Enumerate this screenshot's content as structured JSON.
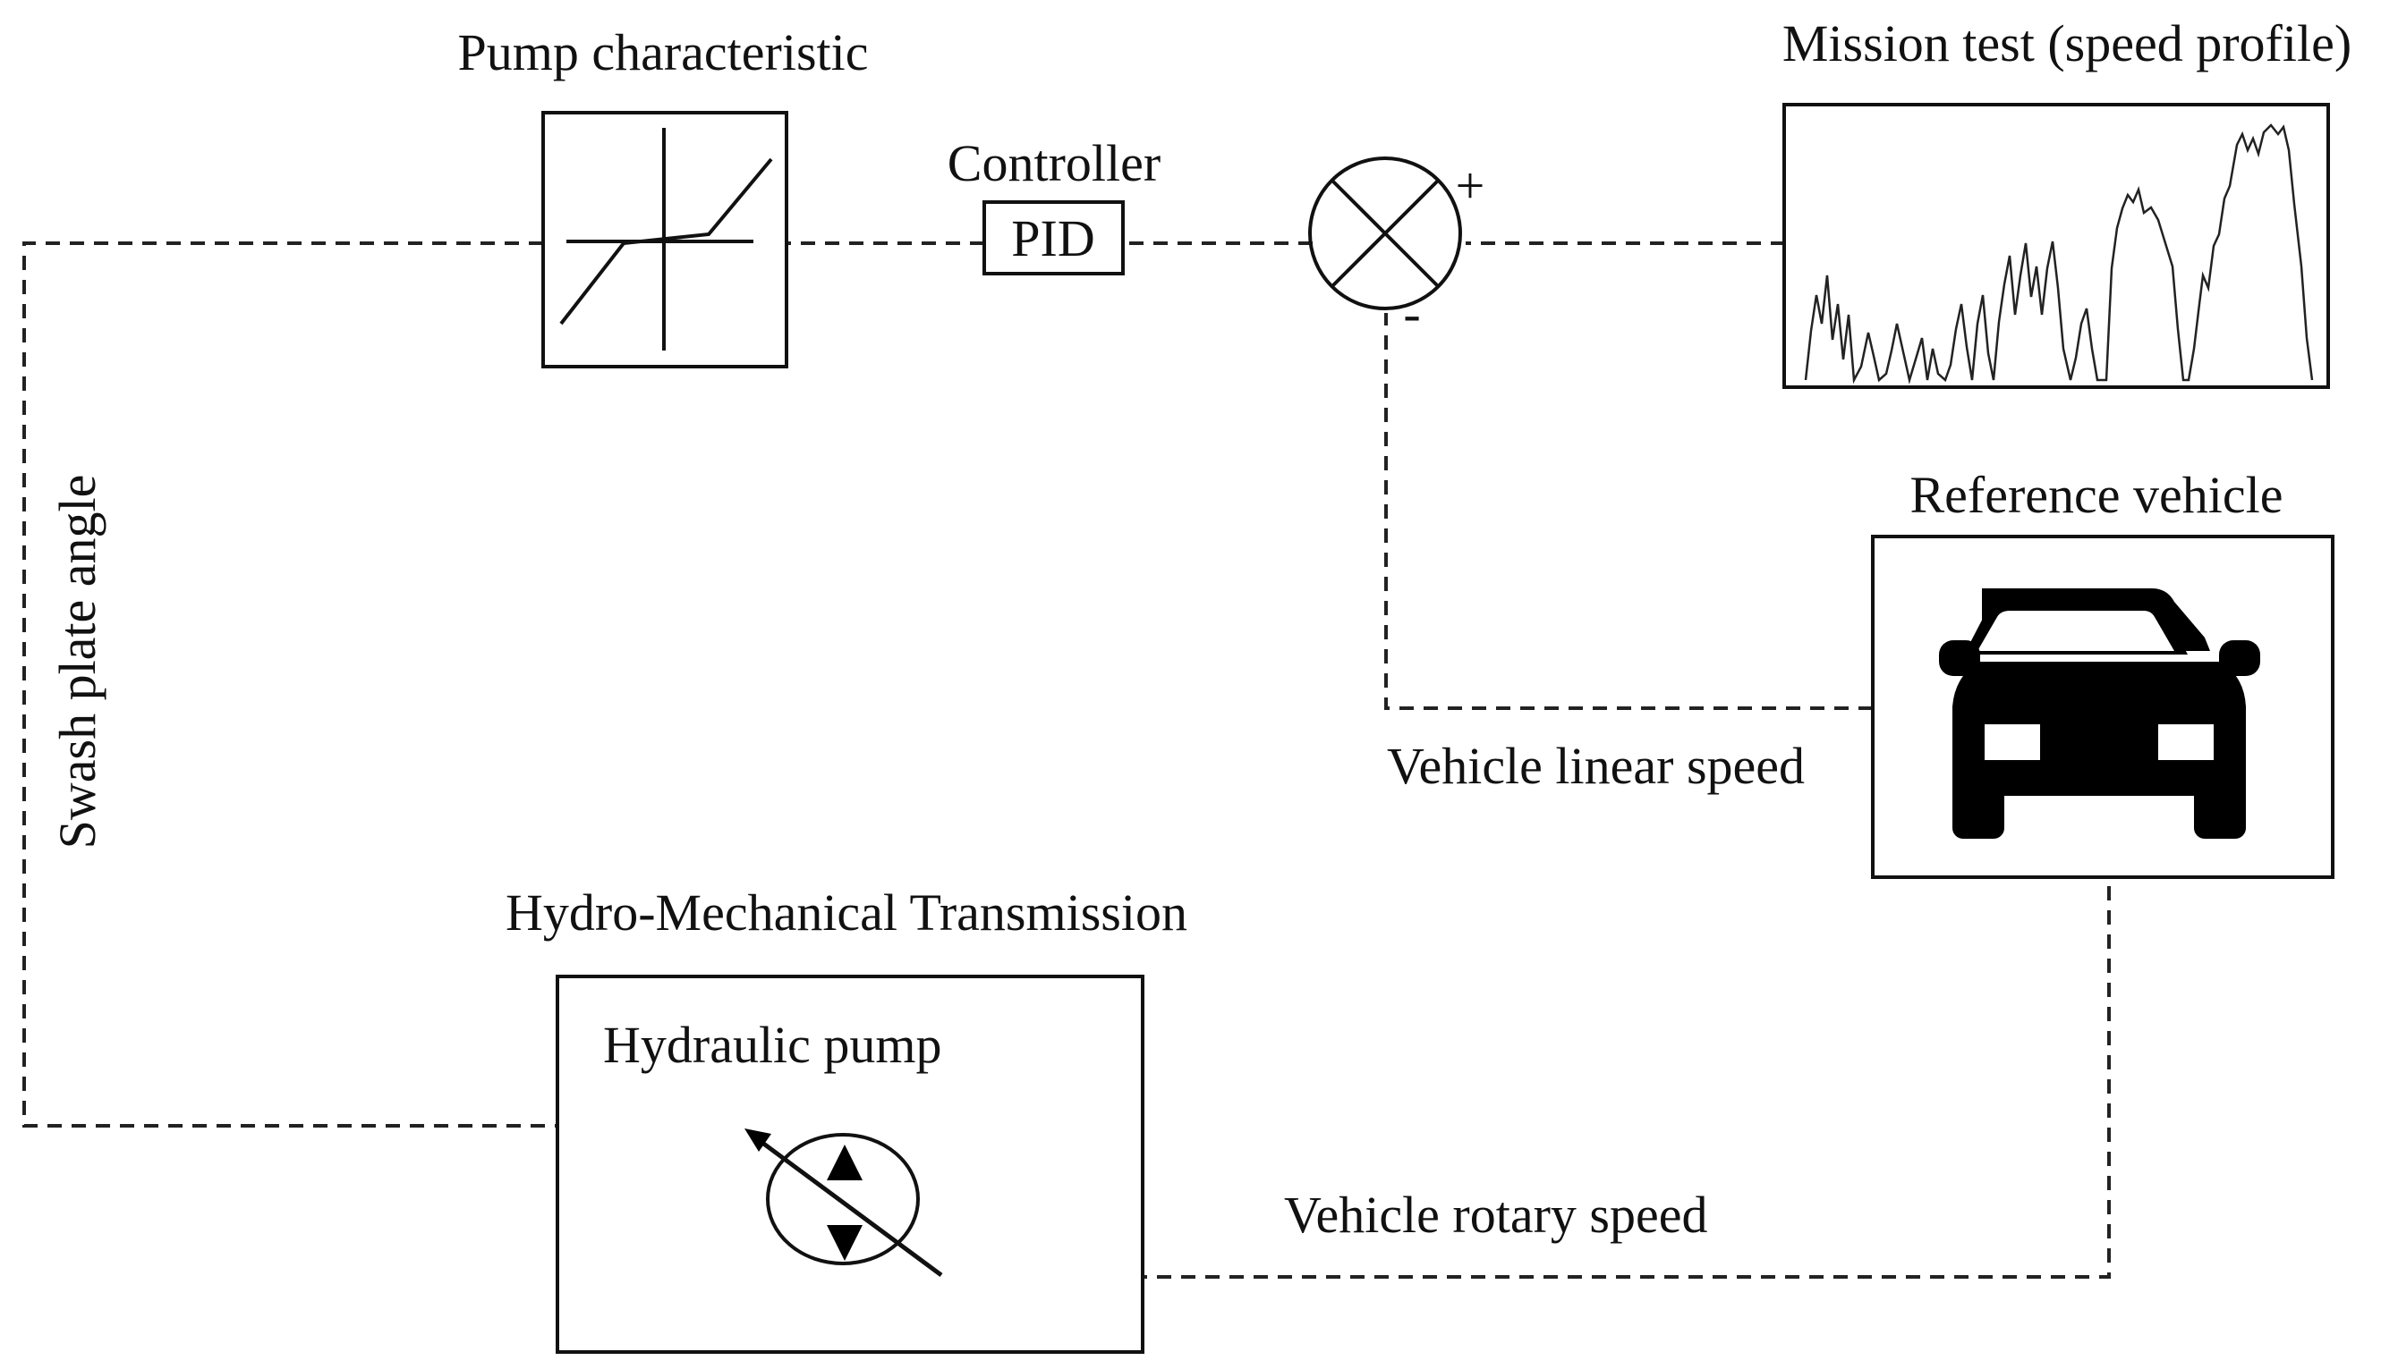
{
  "labels": {
    "pump_characteristic": "Pump characteristic",
    "controller": "Controller",
    "pid": "PID",
    "mission_test": "Mission test (speed profile)",
    "reference_vehicle": "Reference vehicle",
    "vehicle_linear_speed": "Vehicle linear speed",
    "swash_plate_angle": "Swash plate angle",
    "hmt": "Hydro-Mechanical Transmission",
    "hydraulic_pump": "Hydraulic pump",
    "vehicle_rotary_speed": "Vehicle rotary speed",
    "plus": "+",
    "minus": "-"
  },
  "icons": {
    "summing_junction": "summing-junction-icon",
    "car": "car-icon",
    "pump": "variable-displacement-pump-icon"
  },
  "colors": {
    "line": "#222222",
    "stroke": "#111111",
    "background": "#ffffff"
  }
}
